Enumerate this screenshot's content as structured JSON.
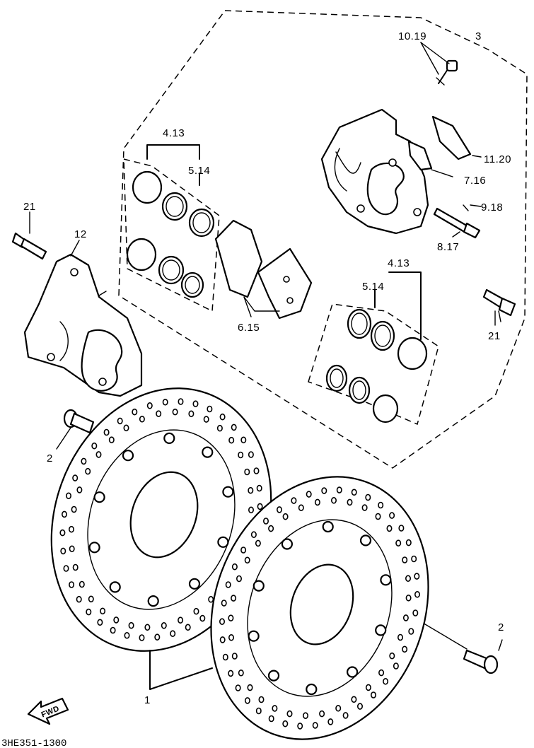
{
  "labels": {
    "l_10_19": "10.19",
    "l_3": "3",
    "l_11_20": "11.20",
    "l_7_16": "7.16",
    "l_9_18": "9.18",
    "l_8_17": "8.17",
    "l_4_13_top": "4.13",
    "l_5_14_top": "5.14",
    "l_6_15": "6.15",
    "l_4_13_right": "4.13",
    "l_5_14_right": "5.14",
    "l_21_left": "21",
    "l_12": "12",
    "l_21_right": "21",
    "l_2_left": "2",
    "l_2_right": "2",
    "l_1": "1"
  },
  "fwd_arrow": "FWD",
  "drawing_code": "3HE351-1300"
}
